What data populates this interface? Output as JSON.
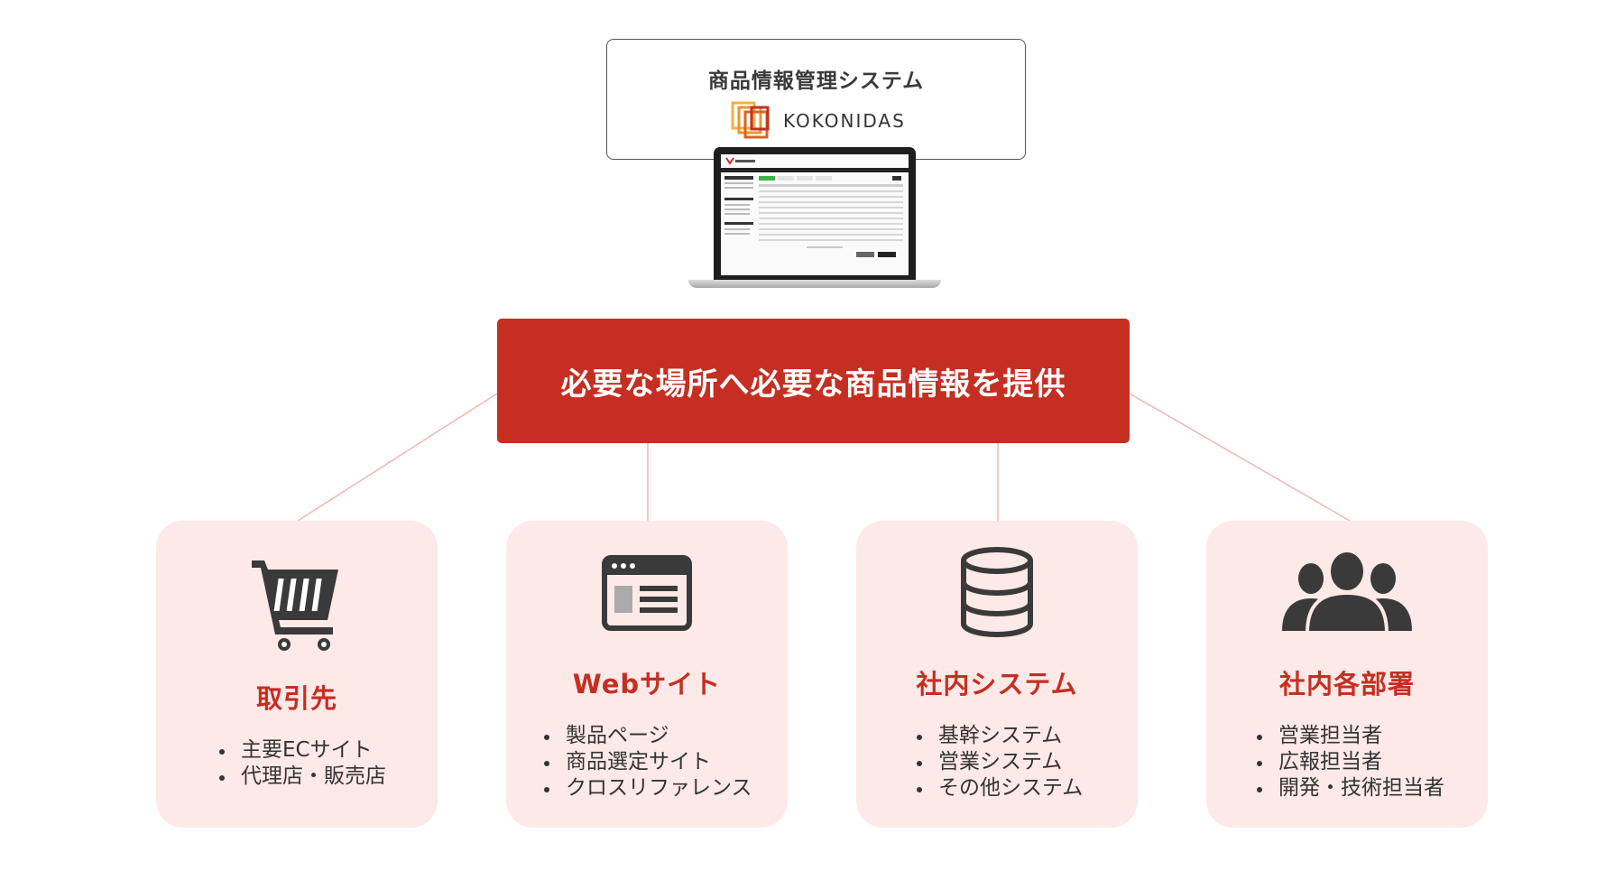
{
  "system": {
    "title": "商品情報管理システム",
    "logo_text": "KOKONIDAS"
  },
  "banner": {
    "text": "必要な場所へ必要な商品情報を提供"
  },
  "colors": {
    "accent": "#c42f22",
    "card_bg": "#fde9e7",
    "icon": "#3a3a3a",
    "connector": "#f2b6b0",
    "logo_orange": "#e8962e",
    "logo_red": "#c42f22"
  },
  "cards": [
    {
      "title": "取引先",
      "icon": "shopping-cart-icon",
      "items": [
        "主要ECサイト",
        "代理店・販売店"
      ]
    },
    {
      "title": "Webサイト",
      "icon": "browser-window-icon",
      "items": [
        "製品ページ",
        "商品選定サイト",
        "クロスリファレンス"
      ]
    },
    {
      "title": "社内システム",
      "icon": "database-icon",
      "items": [
        "基幹システム",
        "営業システム",
        "その他システム"
      ]
    },
    {
      "title": "社内各部署",
      "icon": "people-group-icon",
      "items": [
        "営業担当者",
        "広報担当者",
        "開発・技術担当者"
      ]
    }
  ]
}
